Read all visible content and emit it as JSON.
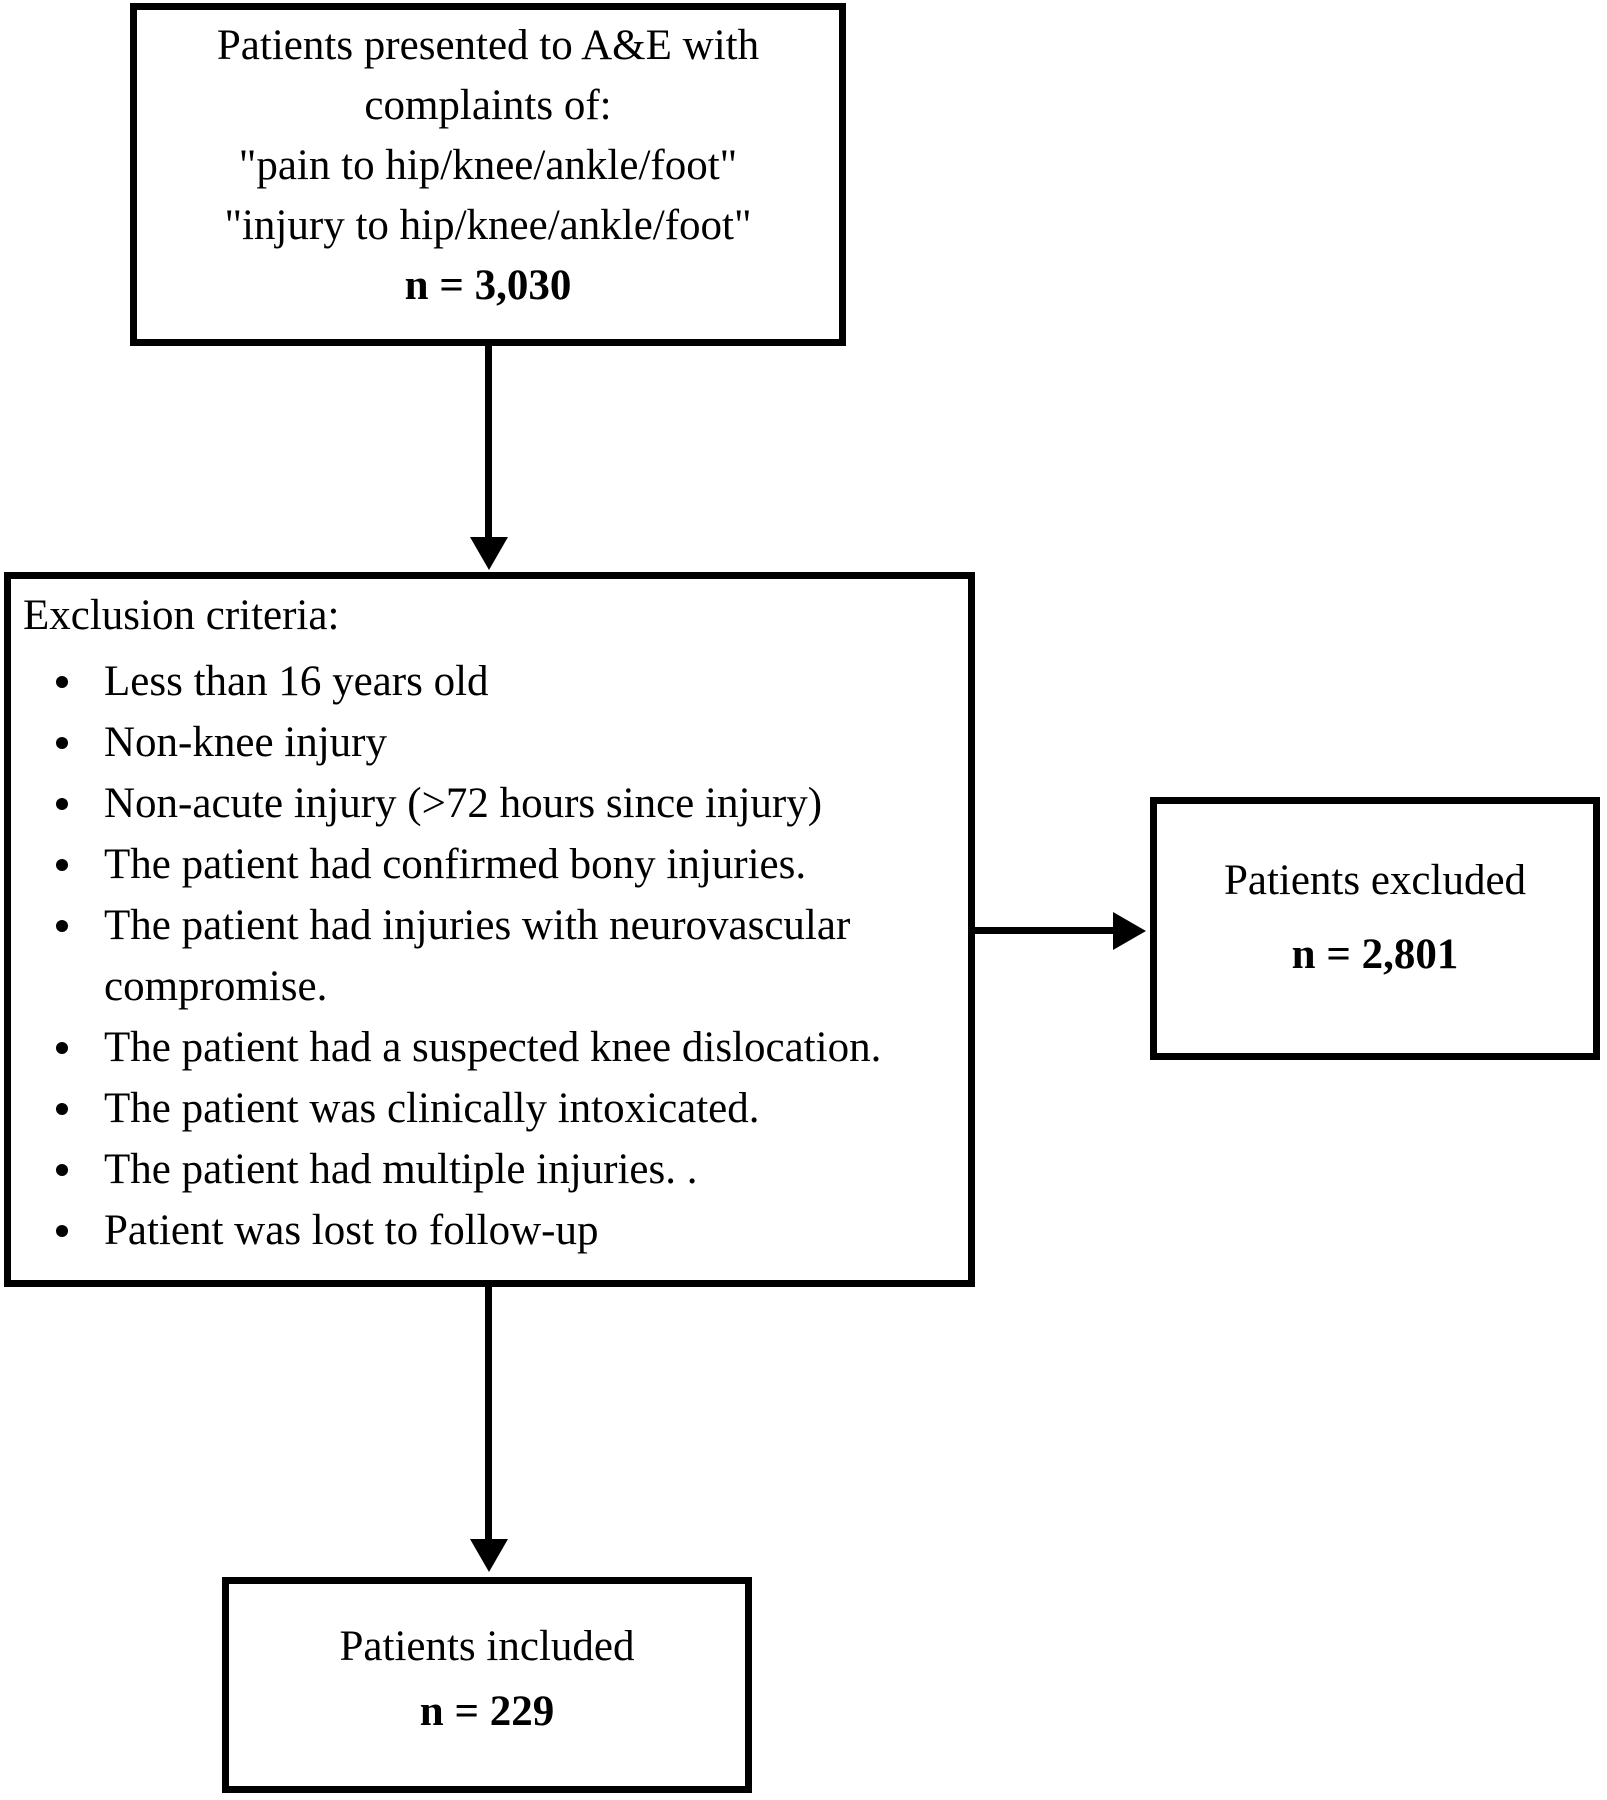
{
  "top_box": {
    "lines": [
      "Patients presented to A&E with",
      "complaints of:",
      "\"pain to hip/knee/ankle/foot\"",
      "\"injury to hip/knee/ankle/foot\""
    ],
    "count_label": "n = 3,030"
  },
  "exclusion_box": {
    "heading": "Exclusion criteria:",
    "items": [
      {
        "text": "Less than 16 years old",
        "bullet": true
      },
      {
        "text": "Non-knee injury",
        "bullet": true
      },
      {
        "text": "Non-acute injury (>72 hours since injury)",
        "bullet": true
      },
      {
        "text": "The patient had confirmed bony injuries.",
        "bullet": true
      },
      {
        "text": "The patient had injuries with neurovascular",
        "bullet": true
      },
      {
        "text": "compromise.",
        "bullet": false
      },
      {
        "text": "The patient had a suspected knee dislocation.",
        "bullet": true
      },
      {
        "text": "The patient was clinically intoxicated.",
        "bullet": true
      },
      {
        "text": "The patient had multiple injuries. .",
        "bullet": true
      },
      {
        "text": "Patient was lost to follow-up",
        "bullet": true
      }
    ]
  },
  "excluded_box": {
    "title": "Patients excluded",
    "count_label": "n = 2,801"
  },
  "included_box": {
    "title": "Patients included",
    "count_label": "n = 229"
  },
  "colors": {
    "background": "#ffffff",
    "text": "#000000",
    "line": "#000000"
  }
}
